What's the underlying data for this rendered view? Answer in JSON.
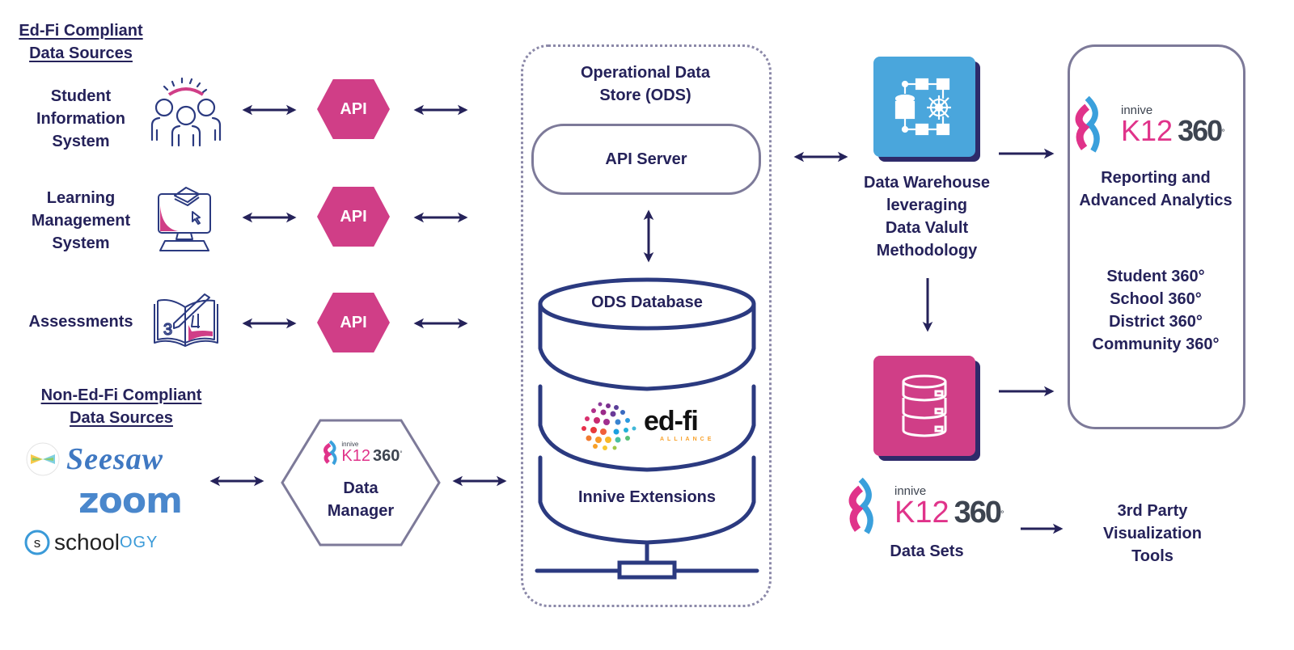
{
  "colors": {
    "navy": "#25225a",
    "magenta": "#d03e87",
    "sky": "#4aa6dc",
    "border_gray": "#7d7a99",
    "dot_gray": "#8b88a8",
    "db_blue": "#2b3a80"
  },
  "edfi_sources": {
    "header_line1": "Ed-Fi Compliant",
    "header_line2": "Data Sources",
    "items": [
      {
        "label_lines": [
          "Student",
          "Information",
          "System"
        ],
        "icon": "people-group-icon",
        "connector": "API"
      },
      {
        "label_lines": [
          "Learning",
          "Management",
          "System"
        ],
        "icon": "computer-book-icon",
        "connector": "API"
      },
      {
        "label_lines": [
          "Assessments"
        ],
        "icon": "open-book-pen-icon",
        "connector": "API"
      }
    ]
  },
  "non_edfi_sources": {
    "header_line1": "Non-Ed-Fi Compliant",
    "header_line2": "Data Sources",
    "logos": [
      "Seesaw",
      "zoom",
      "schoology"
    ],
    "schoology_parts": [
      "school",
      "OGY"
    ]
  },
  "data_manager": {
    "brand_small": "innive",
    "brand_k12": "K12",
    "brand_360": "360",
    "label_line1": "Data",
    "label_line2": "Manager"
  },
  "ods": {
    "title_line1": "Operational Data",
    "title_line2": "Store (ODS)",
    "api_server": "API Server",
    "db_layers": [
      "ODS Database",
      "ed-fi",
      "Innive Extensions"
    ],
    "edfi_sub": "ALLIANCE"
  },
  "warehouse": {
    "label_lines": [
      "Data Warehouse",
      "leveraging",
      "Data Valult",
      "Methodology"
    ]
  },
  "reporting": {
    "brand_small": "innive",
    "brand_k12": "K12",
    "brand_360": "360",
    "title_line1": "Reporting and",
    "title_line2": "Advanced Analytics",
    "views": [
      "Student 360°",
      "School 360°",
      "District 360°",
      "Community 360°"
    ]
  },
  "datasets": {
    "brand_small": "innive",
    "brand_k12": "K12",
    "brand_360": "360",
    "label": "Data Sets"
  },
  "third_party": {
    "label_lines": [
      "3rd Party",
      "Visualization",
      "Tools"
    ]
  }
}
